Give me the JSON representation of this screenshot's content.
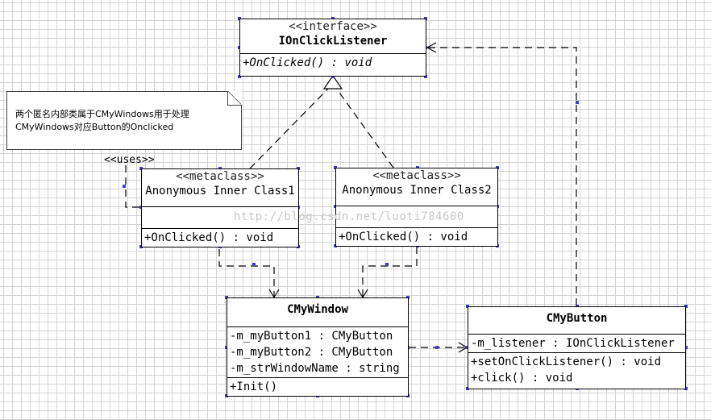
{
  "note": {
    "lines": [
      "两个匿名内部类属于CMyWindows用于处理",
      "CMyWindows对应Button的Onclicked"
    ]
  },
  "uses_label": "<<uses>>",
  "watermark": "http://blog.csdn.net/luoti784600",
  "classes": {
    "listener": {
      "stereotype": "<<interface>>",
      "name": "IOnClickListener",
      "operations": [
        "+OnClicked() : void"
      ]
    },
    "inner1": {
      "stereotype": "<<metaclass>>",
      "name": "Anonymous Inner Class1",
      "attributes": [],
      "operations": [
        "+OnClicked() : void"
      ]
    },
    "inner2": {
      "stereotype": "<<metaclass>>",
      "name": "Anonymous Inner Class2",
      "attributes": [],
      "operations": [
        "+OnClicked() : void"
      ]
    },
    "window": {
      "name": "CMyWindow",
      "attributes": [
        "-m_myButton1 : CMyButton",
        "-m_myButton2 : CMyButton",
        "-m_strWindowName : string"
      ],
      "operations": [
        "+Init()"
      ]
    },
    "button": {
      "name": "CMyButton",
      "attributes": [
        "-m_listener : IOnClickListener"
      ],
      "operations": [
        "+setOnClickListener() : void",
        "+click() : void"
      ]
    }
  },
  "colors": {
    "line": "#000000",
    "handle": "#3b3bd1",
    "grid": "#d4d4d4"
  }
}
